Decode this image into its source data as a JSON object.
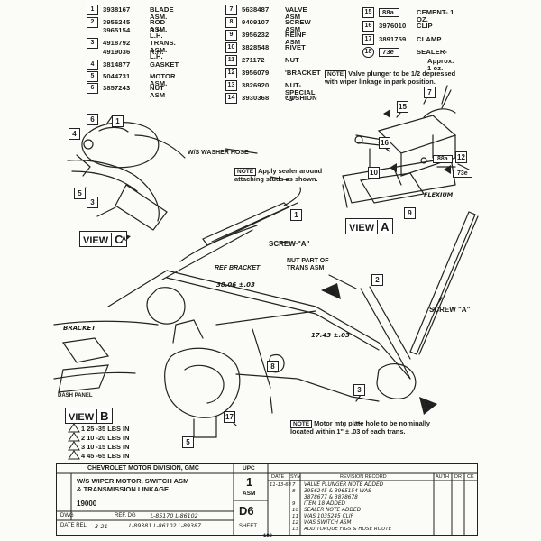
{
  "parts": [
    {
      "idx": "1",
      "pn": "3938167",
      "desc": "BLADE ASM."
    },
    {
      "idx": "2",
      "pn": "3956245",
      "desc": "ROD ASM. L.H."
    },
    {
      "idx": "",
      "pn": "3965154",
      "desc": "R.H."
    },
    {
      "idx": "3",
      "pn": "4918792",
      "desc": "TRANS. ASM. L.H."
    },
    {
      "idx": "",
      "pn": "4919036",
      "desc": "R.H."
    },
    {
      "idx": "4",
      "pn": "3814877",
      "desc": "GASKET"
    },
    {
      "idx": "5",
      "pn": "5044731",
      "desc": "MOTOR ASM."
    },
    {
      "idx": "6",
      "pn": "3857243",
      "desc": "NUT ASM"
    },
    {
      "idx": "7",
      "pn": "5638487",
      "desc": "VALVE ASM"
    },
    {
      "idx": "8",
      "pn": "9409107",
      "desc": "SCREW ASM"
    },
    {
      "idx": "9",
      "pn": "3956232",
      "desc": "REINF ASM"
    },
    {
      "idx": "10",
      "pn": "3828548",
      "desc": "RIVET"
    },
    {
      "idx": "11",
      "pn": "271172",
      "desc": "NUT"
    },
    {
      "idx": "12",
      "pn": "3956079",
      "desc": "'BRACKET"
    },
    {
      "idx": "13",
      "pn": "3826920",
      "desc": "NUT-SPECIAL \"U\""
    },
    {
      "idx": "14",
      "pn": "3930368",
      "desc": "CUSHION"
    },
    {
      "idx": "15",
      "pn": "88a",
      "desc": "CEMENT-.1 OZ."
    },
    {
      "idx": "16",
      "pn": "3976010",
      "desc": "CLIP"
    },
    {
      "idx": "17",
      "pn": "3891759",
      "desc": "CLAMP"
    },
    {
      "idx": "18",
      "pn": "73e",
      "desc": "SEALER-"
    },
    {
      "idx": "",
      "pn": "",
      "desc": "Approx. 1 oz."
    }
  ],
  "notes": {
    "tag": "NOTE",
    "valve": "Valve plunger to be 1/2 depressed with wiper linkage in park position.",
    "sealer": "Apply sealer around attaching studs as shown.",
    "motor": "Motor mtg plate hole to be nominally located within 1\" ± .03 of each trans."
  },
  "views": {
    "word": "VIEW",
    "a": "A",
    "b": "B",
    "c": "C"
  },
  "callouts": {
    "washer_hose": "W/S WASHER HOSE",
    "screw_a_1": "SCREW \"A\"",
    "screw_a_2": "SCREW \"A\"",
    "ref_bracket": "REF BRACKET",
    "nut_part": "NUT PART OF TRANS ASM",
    "dim_1": "38.06 ±.03",
    "dim_2": "17.43 ±.03",
    "bracket": "BRACKET",
    "dash_panel": "DASH PANEL",
    "flexium": "FLEXIUM",
    "ref_73e": "73e",
    "ref_88a": "88a"
  },
  "torque": [
    {
      "mark": "1",
      "text": "25 -35 LBS IN"
    },
    {
      "mark": "2",
      "text": "10 -20 LBS IN"
    },
    {
      "mark": "3",
      "text": "10 -15 LBS IN"
    },
    {
      "mark": "4",
      "text": "45 -65 LBS IN"
    }
  ],
  "title_block": {
    "division": "CHEVROLET MOTOR DIVISION, GMC",
    "title_line1": "W/S WIPER MOTOR, SWITCH ASM",
    "title_line2": "& TRANSMISSION LINKAGE",
    "model": "19000",
    "upc_label": "UPC",
    "upc_value": "1",
    "asm_label": "ASM",
    "sheet_value": "D6",
    "sheet_label": "SHEET",
    "dwg_label": "DWG",
    "date_label": "DATE REL",
    "date_value": "3-21",
    "ref_label": "REF. DG",
    "ref_values": "L-85170  L-86102",
    "ref_values2": "L-89381  L-86102  L-89387",
    "page_no": "180",
    "rev_headers": [
      "DATE",
      "SYM",
      "REVISION RECORD",
      "AUTH",
      "DR",
      "CK"
    ],
    "revisions": [
      {
        "date": "11-13-68",
        "sym": "7",
        "text": "VALVE PLUNGER NOTE ADDED"
      },
      {
        "date": "",
        "sym": "8",
        "text": "3956245 & 3965154 WAS"
      },
      {
        "date": "",
        "sym": "",
        "text": "3878677 & 3878678"
      },
      {
        "date": "",
        "sym": "9",
        "text": "ITEM 18 ADDED"
      },
      {
        "date": "",
        "sym": "10",
        "text": "SEALER NOTE ADDED"
      },
      {
        "date": "",
        "sym": "11",
        "text": "WAS 1035245 CLIP"
      },
      {
        "date": "",
        "sym": "12",
        "text": "WAS SWITCH ASM"
      },
      {
        "date": "",
        "sym": "13",
        "text": "ADD TORQUE FIGS & HOSE ROUTE"
      }
    ]
  }
}
